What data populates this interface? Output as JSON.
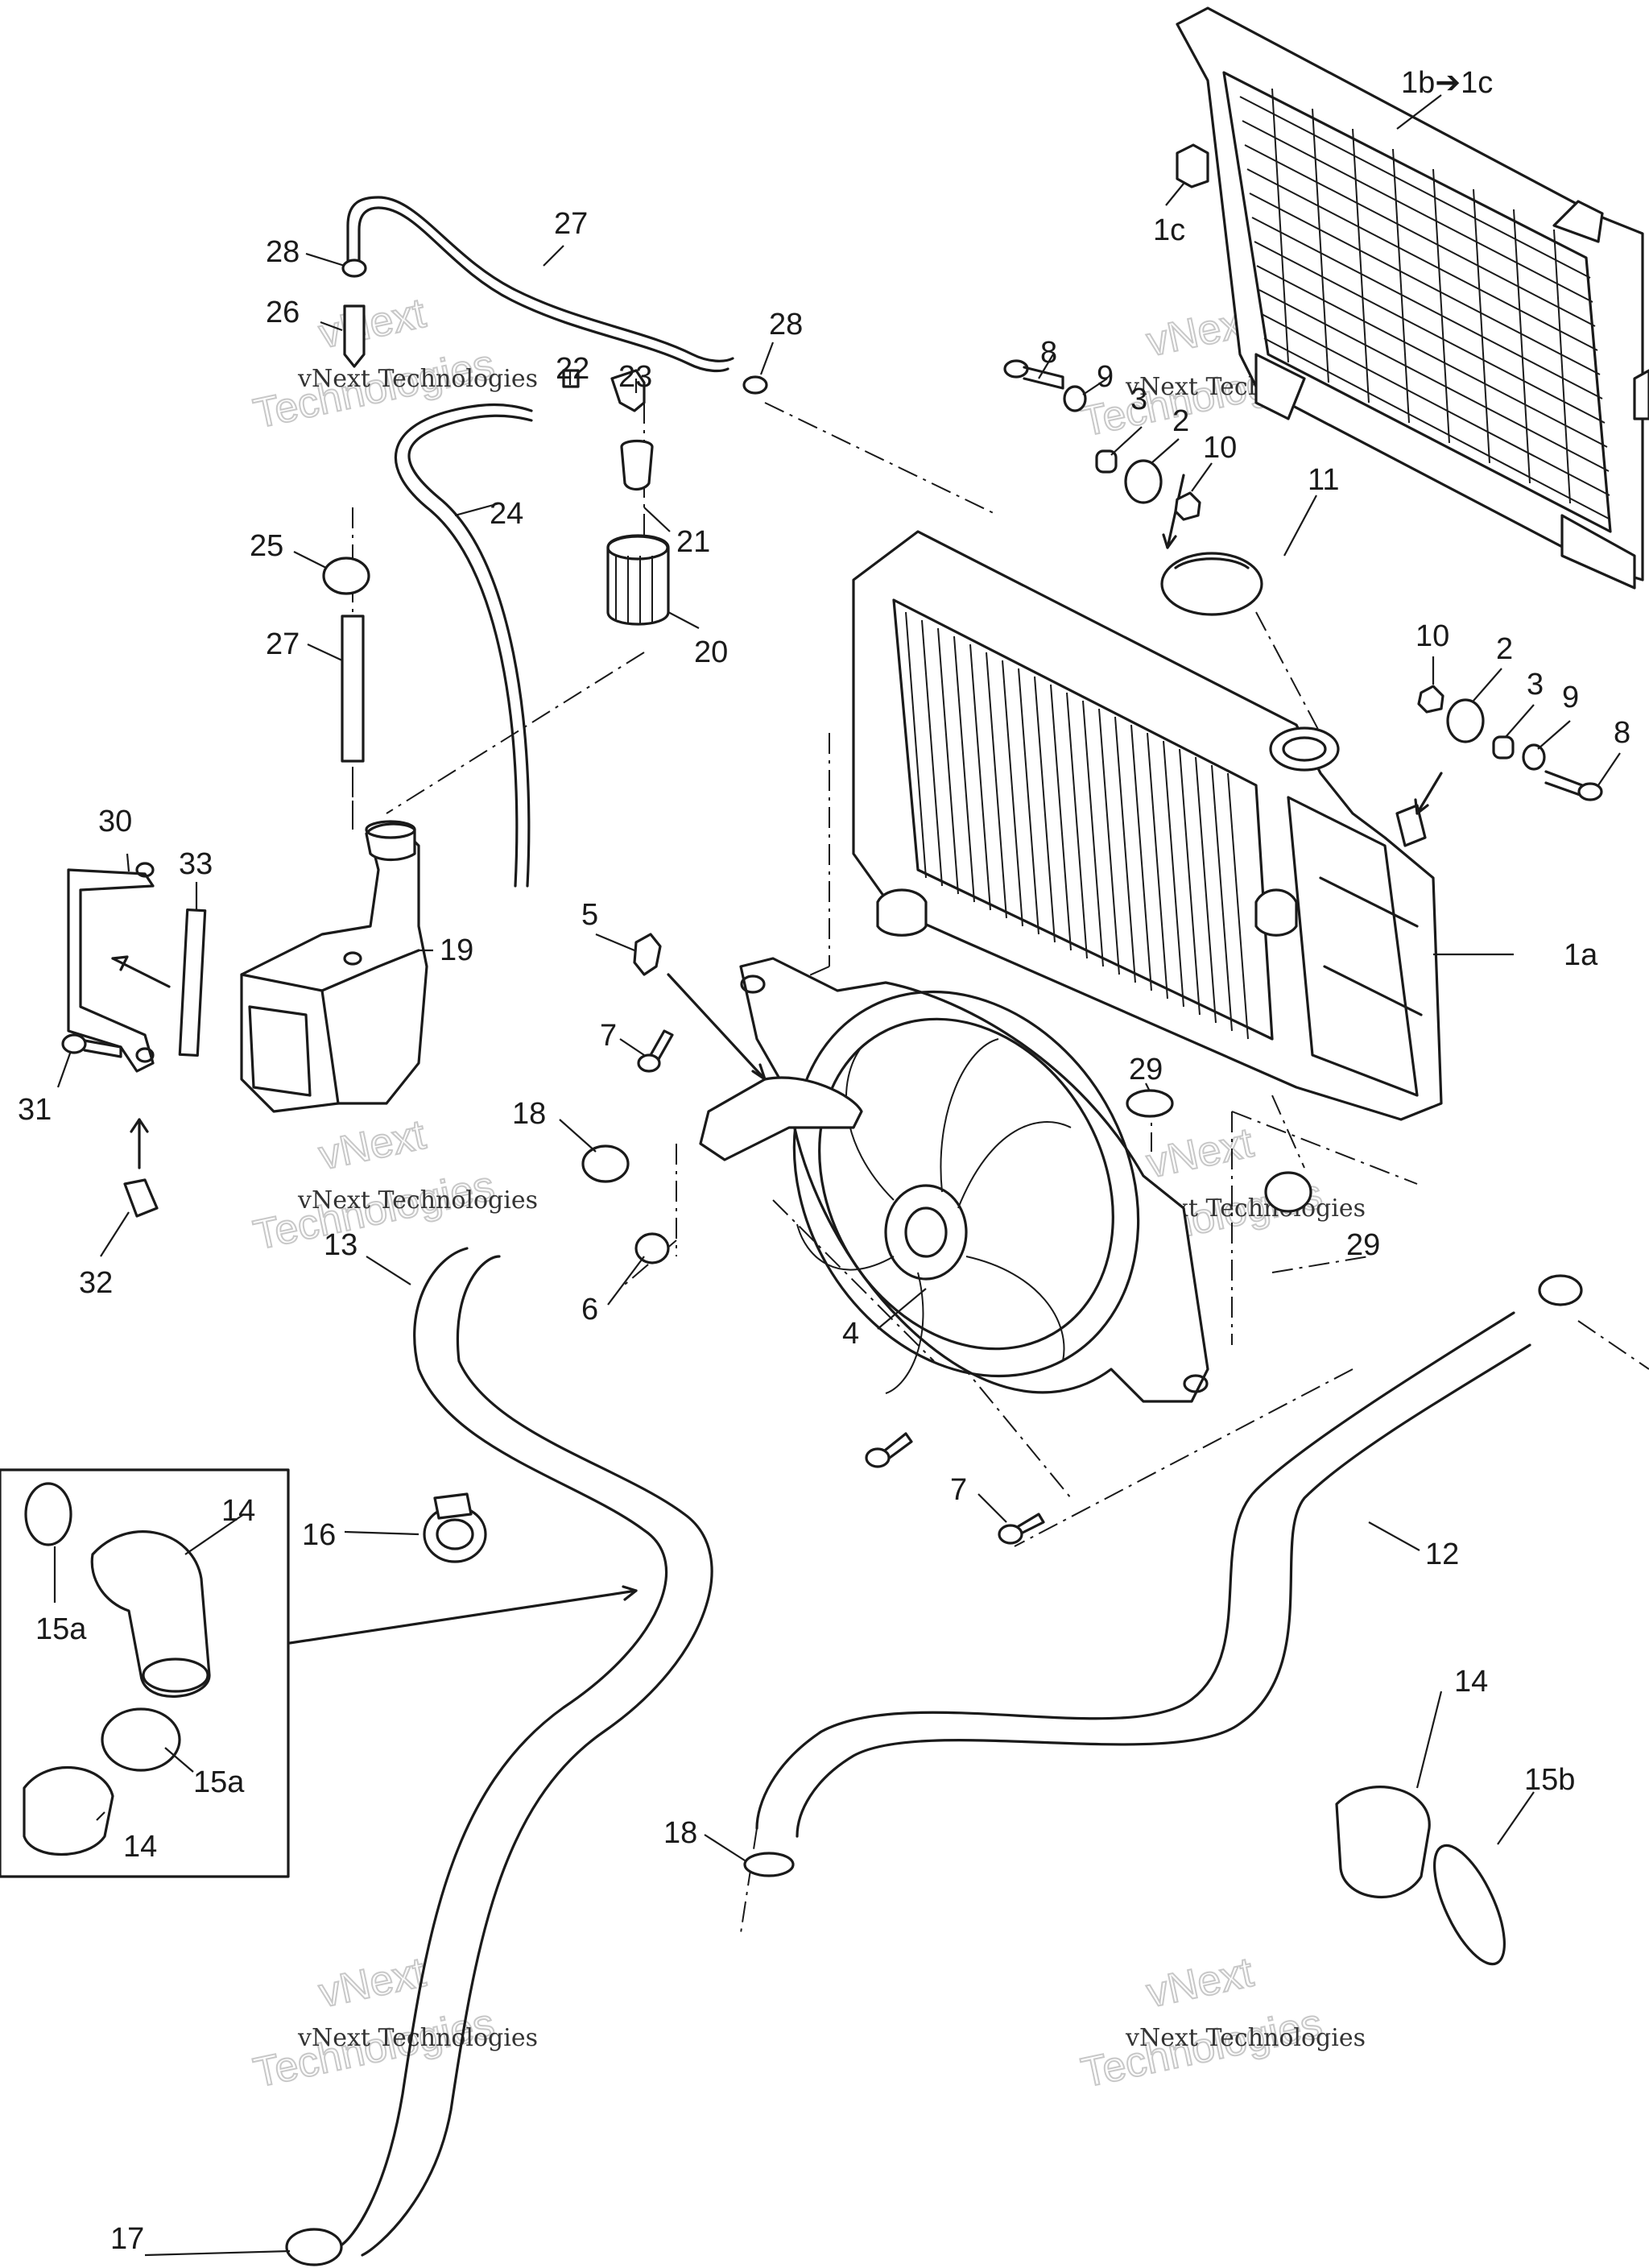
{
  "callouts": {
    "c_1b_1c": "1b➔1c",
    "c_1c": "1c",
    "c_1a": "1a",
    "c_2_top": "2",
    "c_2_right": "2",
    "c_3_top": "3",
    "c_3_right": "3",
    "c_4": "4",
    "c_5": "5",
    "c_6": "6",
    "c_7_upper": "7",
    "c_7_lower": "7",
    "c_8_top": "8",
    "c_8_right": "8",
    "c_9_top": "9",
    "c_9_right": "9",
    "c_10_top": "10",
    "c_10_right": "10",
    "c_11": "11",
    "c_12": "12",
    "c_13": "13",
    "c_14_inset_top": "14",
    "c_14_inset_bottom": "14",
    "c_14_right": "14",
    "c_15a_top": "15a",
    "c_15a_bottom": "15a",
    "c_15b": "15b",
    "c_16": "16",
    "c_17": "17",
    "c_18_upper": "18",
    "c_18_lower": "18",
    "c_19": "19",
    "c_20": "20",
    "c_21": "21",
    "c_22": "22",
    "c_23": "23",
    "c_24": "24",
    "c_25": "25",
    "c_26": "26",
    "c_27_top": "27",
    "c_27_lower": "27",
    "c_28_left": "28",
    "c_28_right": "28",
    "c_29_left": "29",
    "c_29_right": "29",
    "c_30": "30",
    "c_31": "31",
    "c_32": "32",
    "c_33": "33"
  },
  "watermark": {
    "line1": "vNext Technologies",
    "big1": "vNext",
    "big2": "Technologies"
  }
}
